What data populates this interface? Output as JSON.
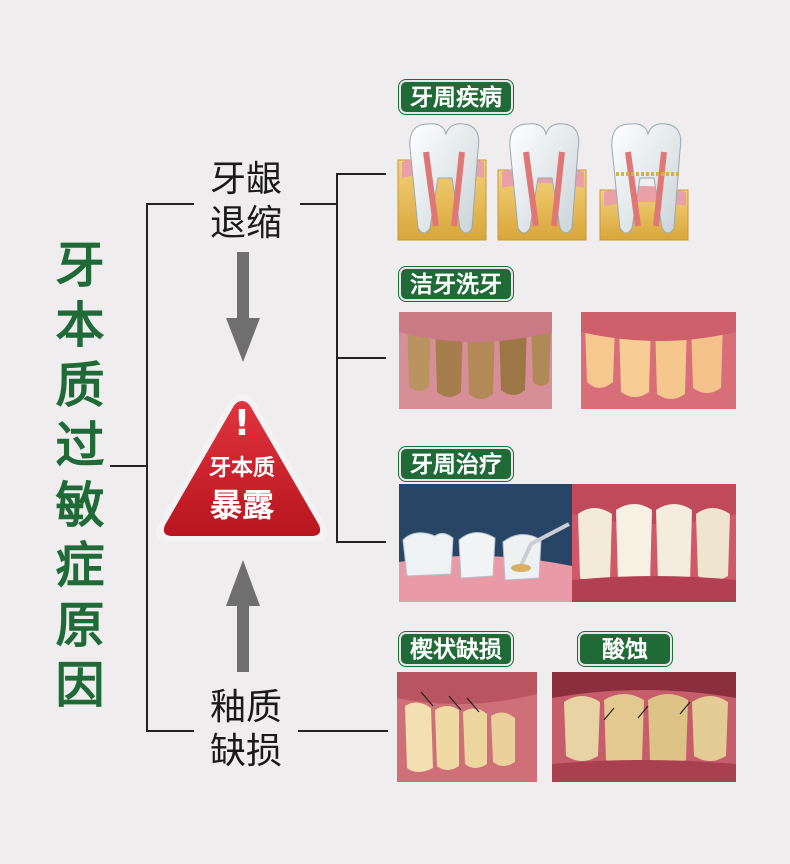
{
  "main_title": [
    "牙",
    "本",
    "质",
    "过",
    "敏",
    "症",
    "原",
    "因"
  ],
  "node_gum": [
    "牙龈",
    "退缩"
  ],
  "node_enamel": [
    "釉质",
    "缺损"
  ],
  "warning": {
    "mark": "!",
    "line1": "牙本质",
    "line2": "暴露"
  },
  "tags": {
    "periodontal_disease": "牙周疾病",
    "teeth_cleaning": "洁牙洗牙",
    "periodontal_treatment": "牙周治疗",
    "wedge_defect": "楔状缺损",
    "acid_erosion": "酸蚀"
  },
  "colors": {
    "green": "#1f6a37",
    "red": "#d3202f",
    "arrow": "#6f6f6f"
  }
}
